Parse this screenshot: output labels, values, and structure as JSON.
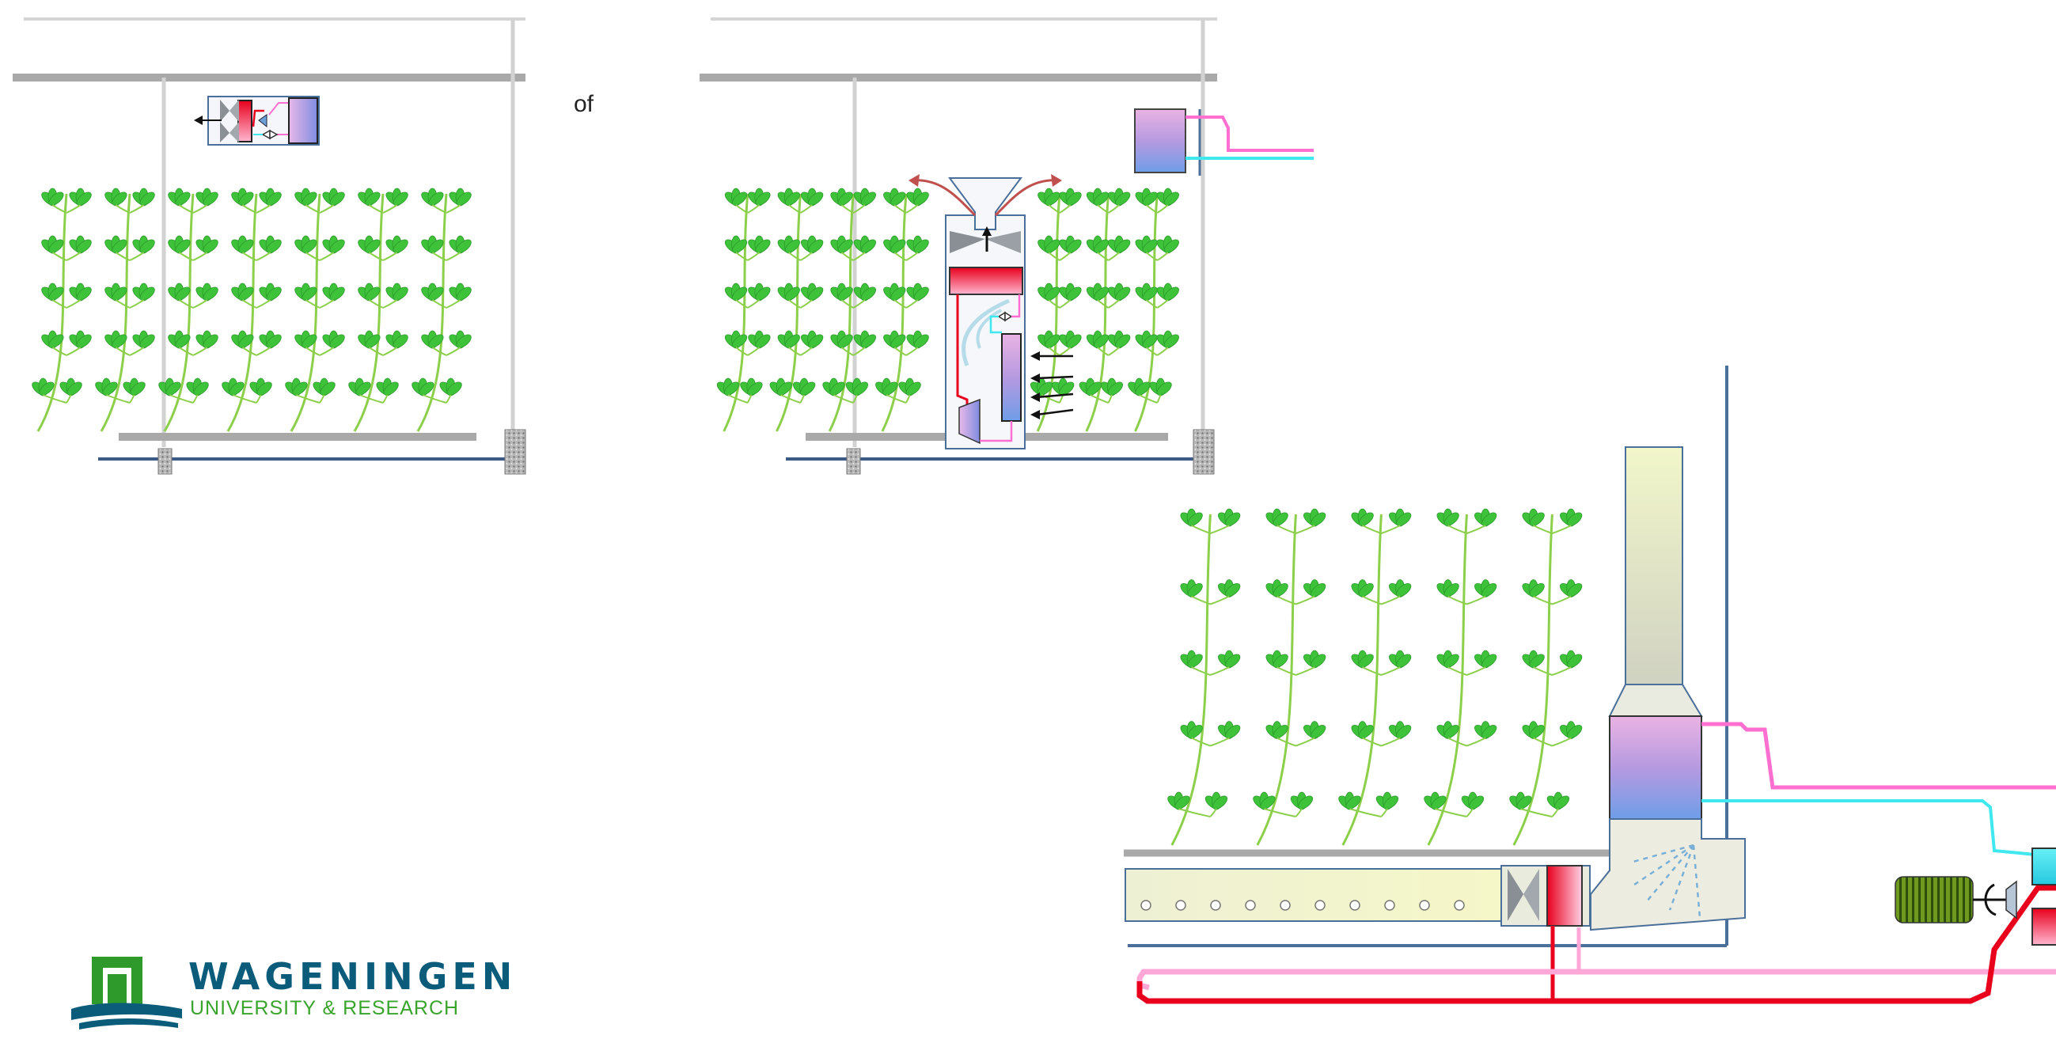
{
  "diagram": {
    "connector_text": "of"
  },
  "logo": {
    "name": "WAGENINGEN",
    "subtitle": "UNIVERSITY & RESEARCH",
    "colors": {
      "name": "#0a5c7a",
      "subtitle": "#3aa52d",
      "mark": "#2f9a2c",
      "water": "#0a5c7a"
    }
  },
  "colors": {
    "hot_pipe": "#e8001c",
    "warm_pipe": "#ff6fd0",
    "cold_pipe": "#3fe8ef",
    "plant_stem": "#8ccf4a",
    "plant_leaf": "#3ec23a",
    "structure_grey": "#a9a9a9",
    "floor_blue": "#4a6f9a"
  },
  "icons": [
    "fan-icon",
    "heat-exchanger-icon",
    "compressor-icon",
    "valve-icon",
    "airflow-arrow-icon",
    "motor-icon",
    "sprayer-icon"
  ]
}
